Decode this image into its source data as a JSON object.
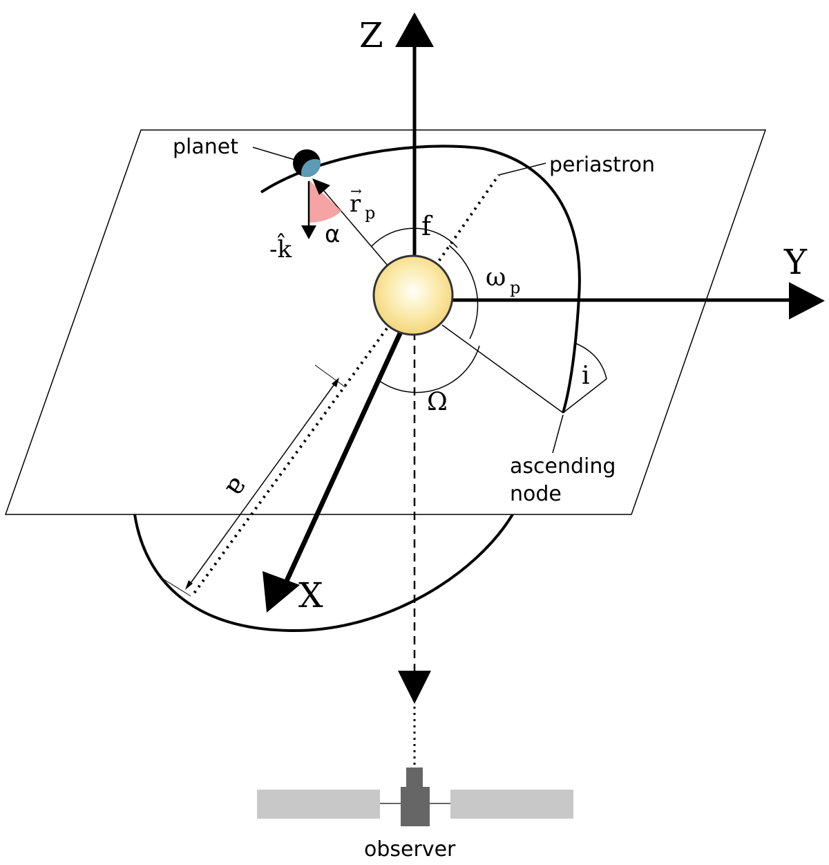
{
  "labels": {
    "axis_z": "Z",
    "axis_y": "Y",
    "axis_x": "X",
    "planet": "planet",
    "periastron": "periastron",
    "r_vector": "r",
    "r_subscript": "p",
    "true_anomaly": "f",
    "arg_periastron": "ω",
    "arg_periastron_subscript": "p",
    "inclination": "i",
    "long_asc_node": "Ω",
    "semi_major_axis": "a",
    "phase_angle": "α",
    "minus_k": "-k̂",
    "ascending_node_line1": "ascending",
    "ascending_node_line2": "node",
    "observer": "observer"
  },
  "colors": {
    "star_core": "#fffde8",
    "star_edge": "#f2d27a",
    "planet_night": "#000000",
    "planet_day": "#5b9bb5",
    "phase_wedge": "#f5a3a3",
    "telescope_wings": "#c8c8c8",
    "telescope_body": "#666666"
  }
}
